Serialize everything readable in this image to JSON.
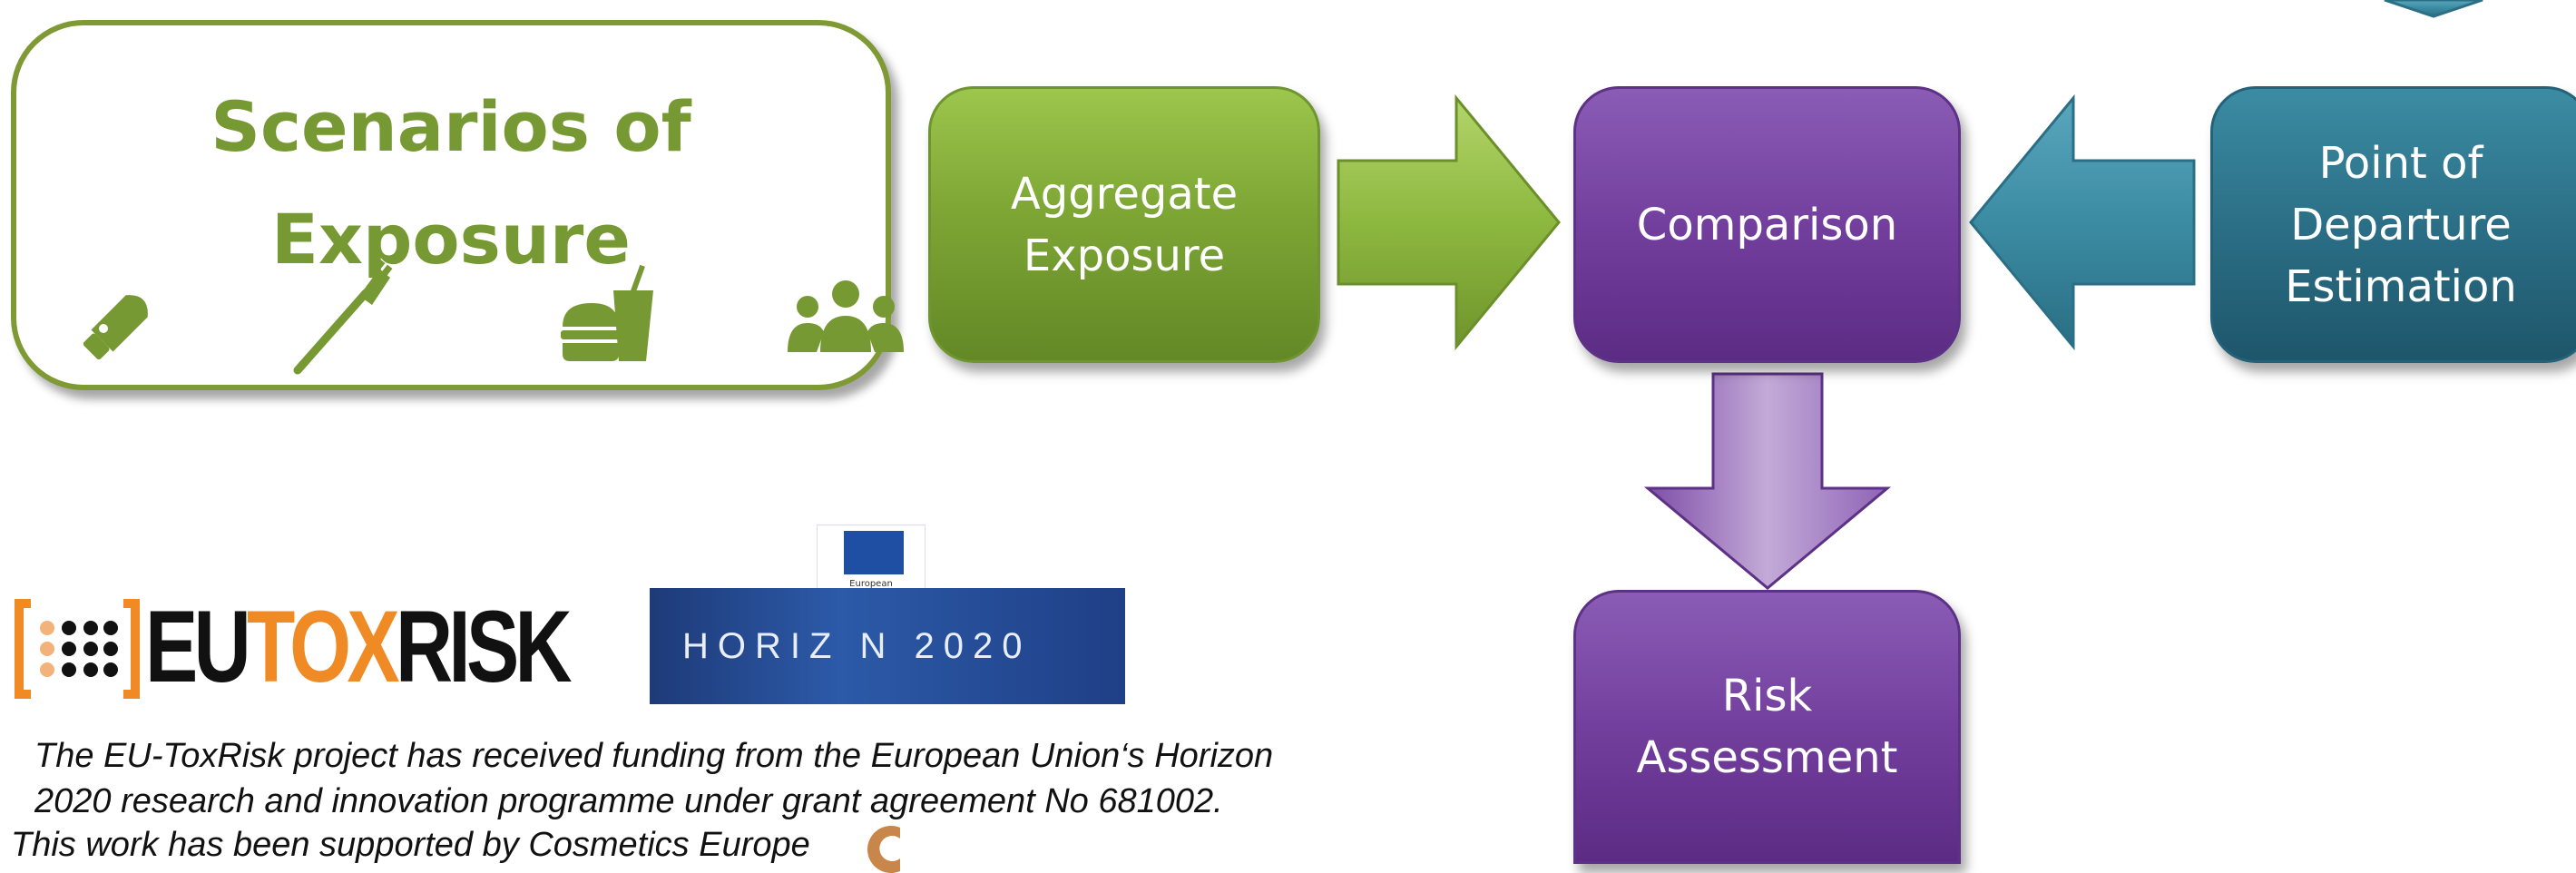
{
  "scenarios": {
    "title": "Scenarios of Exposure",
    "icons": [
      "tube-icon",
      "toothbrush-icon",
      "fast-food-icon",
      "people-icon"
    ],
    "color": "#779933"
  },
  "boxes": {
    "aggregate": "Aggregate Exposure",
    "comparison": "Comparison",
    "pod": "Point of Departure Estimation",
    "risk": "Risk Assessment"
  },
  "logos": {
    "eutox_eu": "EU",
    "eutox_tox": "TOX",
    "eutox_risk": "RISK",
    "horizon": "HORIZ N 2020",
    "ec": "European Commission"
  },
  "notes": {
    "funding": "The EU-ToxRisk project has received funding from the European Union‘s Horizon 2020 research and innovation programme under grant agreement No 681002.",
    "support": "This work has been supported by Cosmetics Europe"
  },
  "colors": {
    "green": "#7da635",
    "purple": "#733f9e",
    "teal": "#2b6f86",
    "orange": "#f08a24"
  }
}
